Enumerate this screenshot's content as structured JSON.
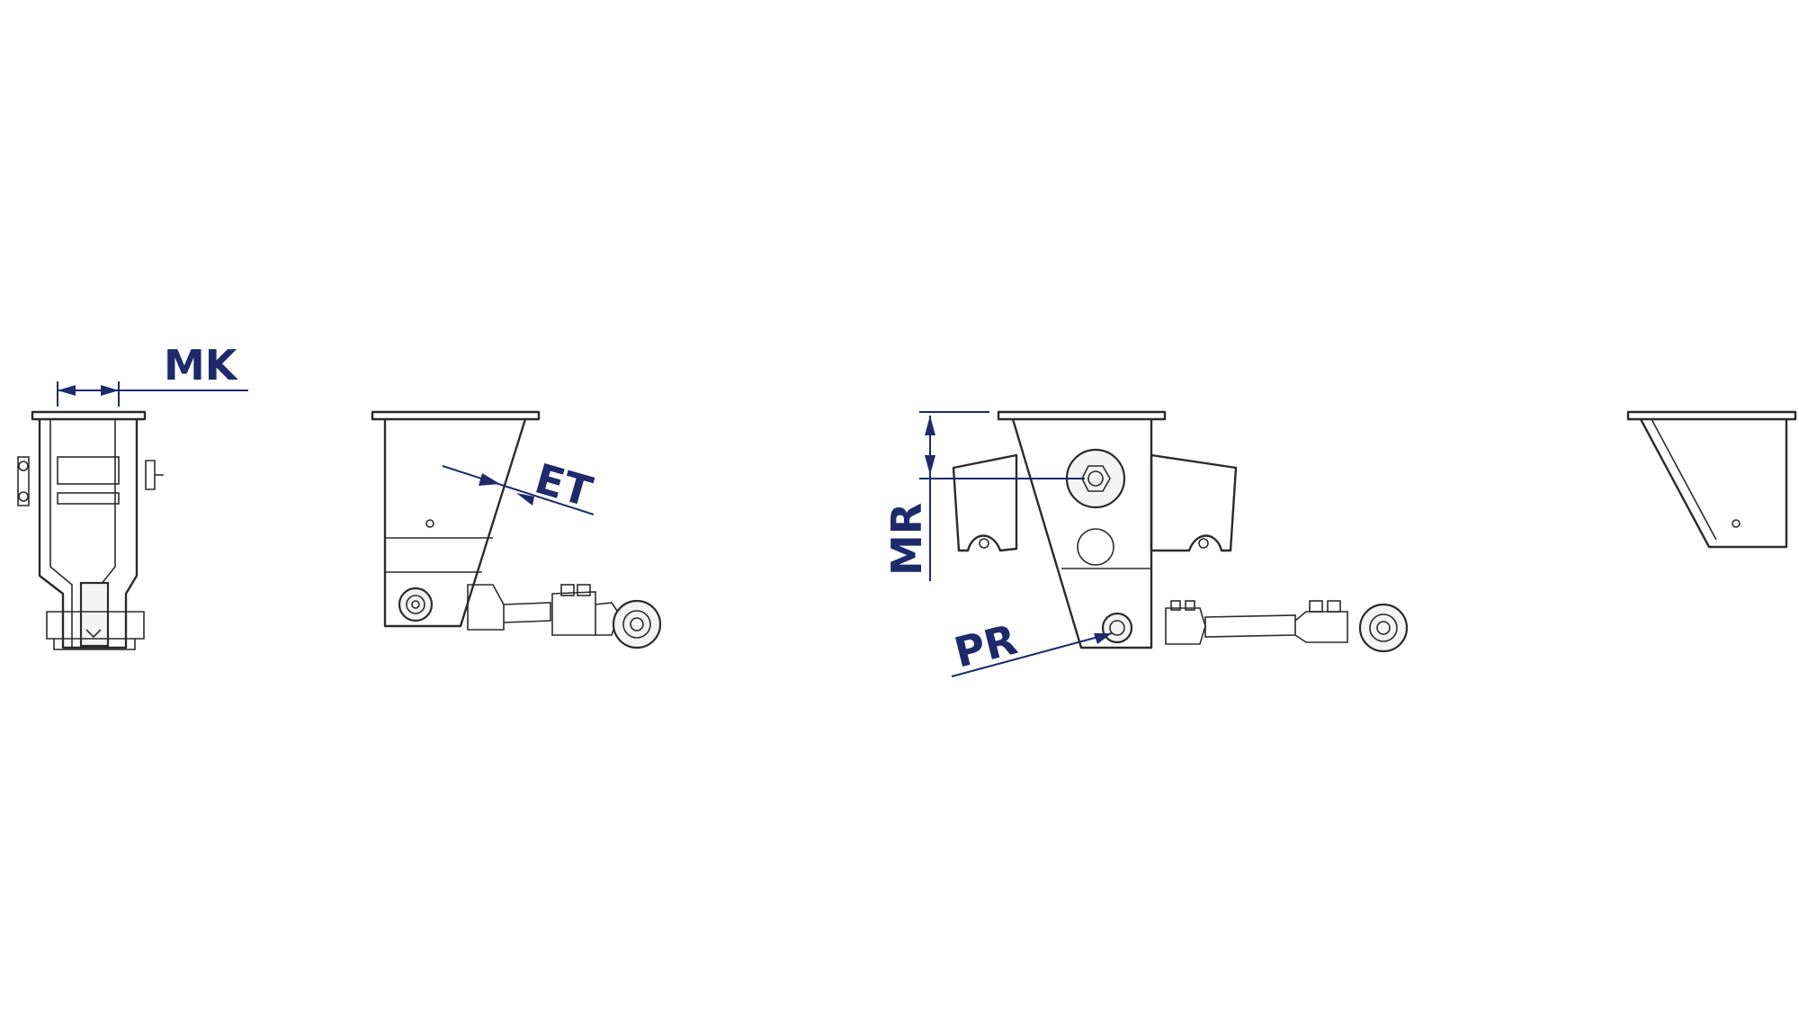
{
  "labels": {
    "mk": "MK",
    "et": "ET",
    "mr": "MR",
    "pr": "PR"
  },
  "colors": {
    "line": "#2b2b2b",
    "dimension": "#1e2a6b",
    "background": "#ffffff"
  }
}
